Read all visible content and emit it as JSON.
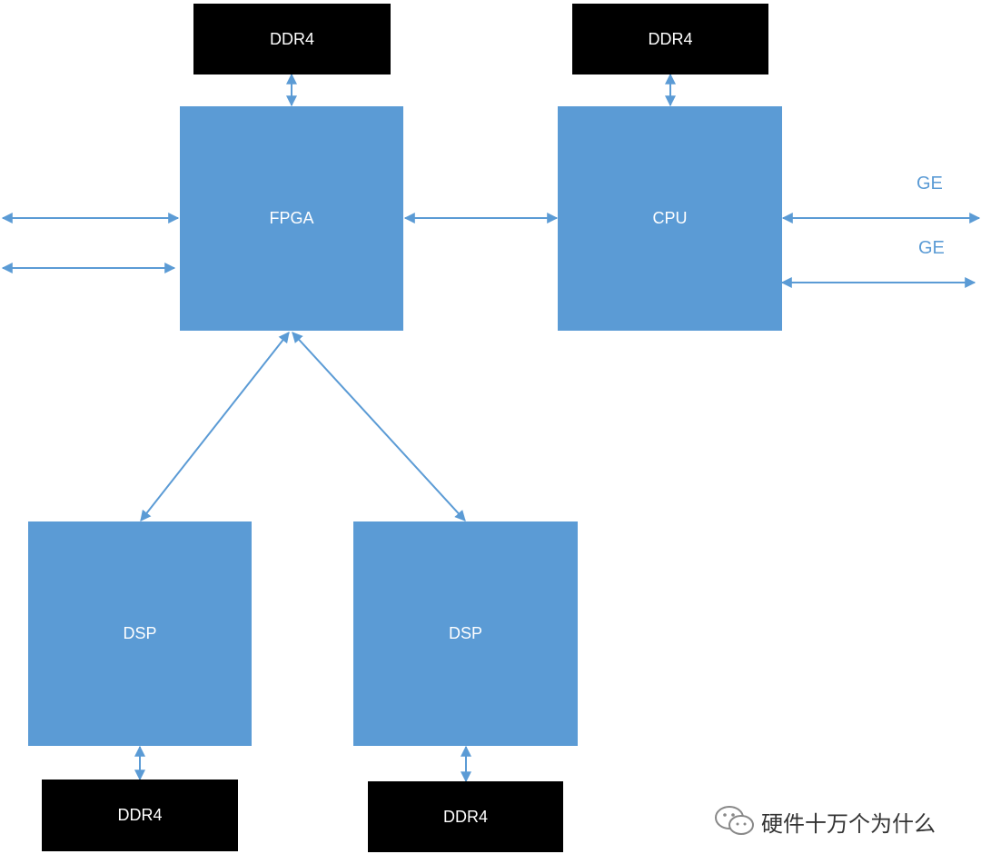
{
  "blocks": {
    "ddr4_fpga": "DDR4",
    "ddr4_cpu": "DDR4",
    "fpga": "FPGA",
    "cpu": "CPU",
    "dsp_left": "DSP",
    "dsp_right": "DSP",
    "ddr4_dsp_left": "DDR4",
    "ddr4_dsp_right": "DDR4"
  },
  "labels": {
    "ge_top": "GE",
    "ge_bottom": "GE"
  },
  "watermark": {
    "text": "硬件十万个为什么",
    "icon": "wechat-icon"
  },
  "colors": {
    "block": "#5b9bd5",
    "memory": "#000000",
    "arrow": "#5b9bd5",
    "text": "#ffffff"
  }
}
